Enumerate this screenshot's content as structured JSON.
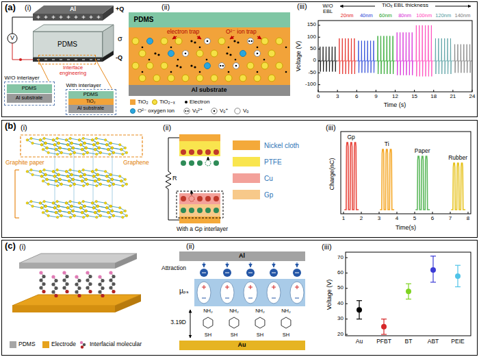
{
  "diagram": {
    "nodes": [
      {
        "text": [
          "(a)"
        ]
      },
      {
        "text": [
          "Al"
        ],
        "in": 0
      },
      {
        "text": [
          "PDMS"
        ],
        "in": 0
      },
      {
        "text": [
          "Interface engineering"
        ],
        "in": 0
      },
      {
        "text": [
          "W/O interlayer"
        ],
        "in": 0
      },
      {
        "text": [
          "PDMS"
        ],
        "in": 4
      },
      {
        "text": [
          "Al substrate"
        ],
        "in": 4
      },
      {
        "text": [
          "With interlayer"
        ],
        "in": 0
      },
      {
        "text": [
          "PDMS"
        ],
        "in": 7
      },
      {
        "text": [
          "TiO₂"
        ],
        "in": 7
      },
      {
        "text": [
          "Al substrate"
        ],
        "in": 7
      },
      {
        "text": [
          "PDMS"
        ],
        "in": 0
      },
      {
        "text": [
          "Al substrate"
        ],
        "in": 0
      },
      {
        "text": [
          "(b)"
        ]
      },
      {
        "text": [
          "(c)"
        ]
      },
      {
        "text": [
          "Al"
        ],
        "in": 14
      },
      {
        "text": [
          "Au"
        ],
        "in": 14
      }
    ],
    "edges": [
      {
        "from": 3,
        "to": 4,
        "arrow": "none"
      },
      {
        "from": 3,
        "to": 7,
        "arrow": "none"
      }
    ],
    "labels": [
      "(i)",
      "+Q",
      "σ",
      "-Q",
      "V",
      "(ii)",
      "electron trap",
      "O²⁻ ion trap",
      "(iii)",
      "Voltage (V)",
      "150",
      "100",
      "50",
      "0",
      "-50",
      "-100",
      "0",
      "3",
      "6",
      "9",
      "12",
      "15",
      "18",
      "21",
      "24",
      "Time (s)",
      "W/O EBL",
      "TiOₓ EBL thickness",
      "20nm",
      "40nm",
      "60nm",
      "80nm",
      "100nm",
      "120nm",
      "140nm",
      "(i)",
      "Graphite paper",
      "Graphene",
      "(ii)",
      "R",
      "With a Gp interlayer",
      "(iii)",
      "Charge(nC)",
      "Gp",
      "Ti",
      "Paper",
      "Rubber",
      "1",
      "2",
      "3",
      "4",
      "5",
      "6",
      "7",
      "8",
      "Time(s)",
      "(i)",
      "(ii)",
      "Attraction",
      "μₚₛ",
      "3.19D",
      "NH₂",
      "NH₂",
      "NH₂",
      "NH₂",
      "SH",
      "SH",
      "SH",
      "SH",
      "(iii)",
      "Voltage (V)",
      "70",
      "60",
      "50",
      "40",
      "30",
      "20",
      "Au",
      "PFBT",
      "BT",
      "ABT",
      "PEIE"
    ],
    "legend": [
      {
        "text": "TiO₂",
        "color": "#f2a33a"
      },
      {
        "text": "TiO₂₋ₓ",
        "color": "#f5e146"
      },
      {
        "text": "Electron",
        "color": "#000000"
      },
      {
        "text": "O²⁻ oxygen ion",
        "color": "#2ba6de"
      },
      {
        "text": "Vₒ²⁺"
      },
      {
        "text": "Vₒ⁺"
      },
      {
        "text": "Vₒ"
      },
      {
        "text": "Nickel cloth",
        "color": "#f4a93a"
      },
      {
        "text": "PTFE",
        "color": "#f9e54e"
      },
      {
        "text": "Cu",
        "color": "#f3a19a"
      },
      {
        "text": "Gp",
        "color": "#f7c98a"
      },
      {
        "text": "PDMS",
        "color": "#a6a6a6"
      },
      {
        "text": "Electrode",
        "color": "#e6a21c"
      },
      {
        "text": "Interfacial molecular"
      }
    ]
  }
}
